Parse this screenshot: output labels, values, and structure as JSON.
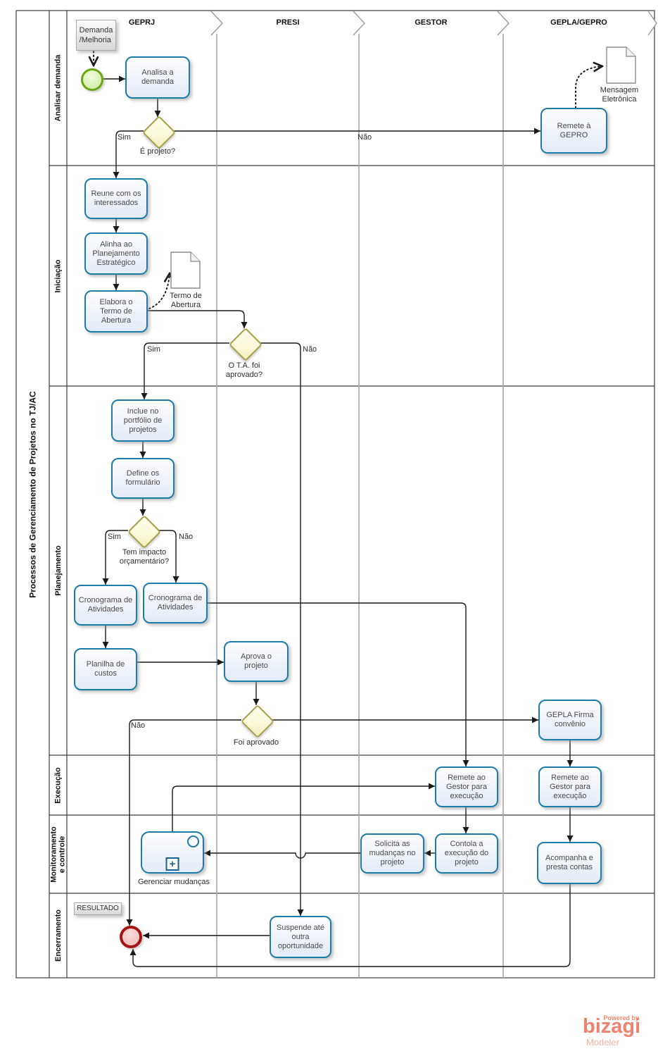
{
  "pool": {
    "label": "Processos de Gerenciamento de Projetos no TJ/AC"
  },
  "milestones": [
    {
      "label": "GEPRJ"
    },
    {
      "label": "PRESI"
    },
    {
      "label": "GESTOR"
    },
    {
      "label": "GEPLA/GEPRO"
    }
  ],
  "lanes": [
    {
      "label": "Analisar demanda"
    },
    {
      "label": "Iniciação"
    },
    {
      "label": "Planejamento"
    },
    {
      "label": "Execução"
    },
    {
      "label": "Monitoramento e controle"
    },
    {
      "label": "Encerramento"
    }
  ],
  "annotations": {
    "demanda": "Demanda /Melhoria",
    "resultado": "RESULTADO"
  },
  "tasks": {
    "analisa": "Analisa a demanda",
    "remete_gepro": "Remete à GEPRO",
    "reune": "Reune com os interessados",
    "alinha": "Alinha ao Planejamento Estratégico",
    "elabora": "Elabora o Termo de Abertura",
    "inclue": "Inclue no portfólio de projetos",
    "define": "Define os formulário",
    "cronograma1": "Cronograma de Atividades",
    "cronograma2": "Cronograma de Atividades",
    "planilha": "Planilha de custos",
    "aprova": "Aprova o projeto",
    "gepla_firma": "GEPLA Firma convênio",
    "remete_gestor_1": "Remete ao Gestor para execução",
    "remete_gestor_2": "Remete ao Gestor para execução",
    "contola": "Contola a execução do projeto",
    "solicita": "Solicita as mudanças no projeto",
    "gerenciar": "Gerenciar mudanças",
    "acompanha": "Acompanha e presta contas",
    "suspende": "Suspende até outra oportunidade"
  },
  "gateways": {
    "e_projeto": "É projeto?",
    "ota": "O T.A. foi aprovado?",
    "impacto": "Tem impacto orçamentário?",
    "foi_aprovado": "Foi aprovado"
  },
  "documents": {
    "mensagem": "Mensagem Eletrônica",
    "termo": "Termo de Abertura"
  },
  "flow_labels": {
    "sim1": "Sim",
    "nao1": "Não",
    "sim2": "Sim",
    "nao2": "Não",
    "sim3": "Sim",
    "nao3": "Não",
    "nao4": "Não"
  },
  "icons": {
    "subprocess_plus": "+"
  },
  "branding": {
    "powered_by": "Powered by",
    "brand": "bizagi",
    "product": "Modeler"
  },
  "colors": {
    "task_border": "#1d7ba8",
    "gateway_border": "#a8a24a",
    "start_border": "#67a617",
    "end_border": "#a31515",
    "column_divider": "#a6a6a6",
    "line": "#1a1a1a",
    "brand": "#ee8270"
  }
}
